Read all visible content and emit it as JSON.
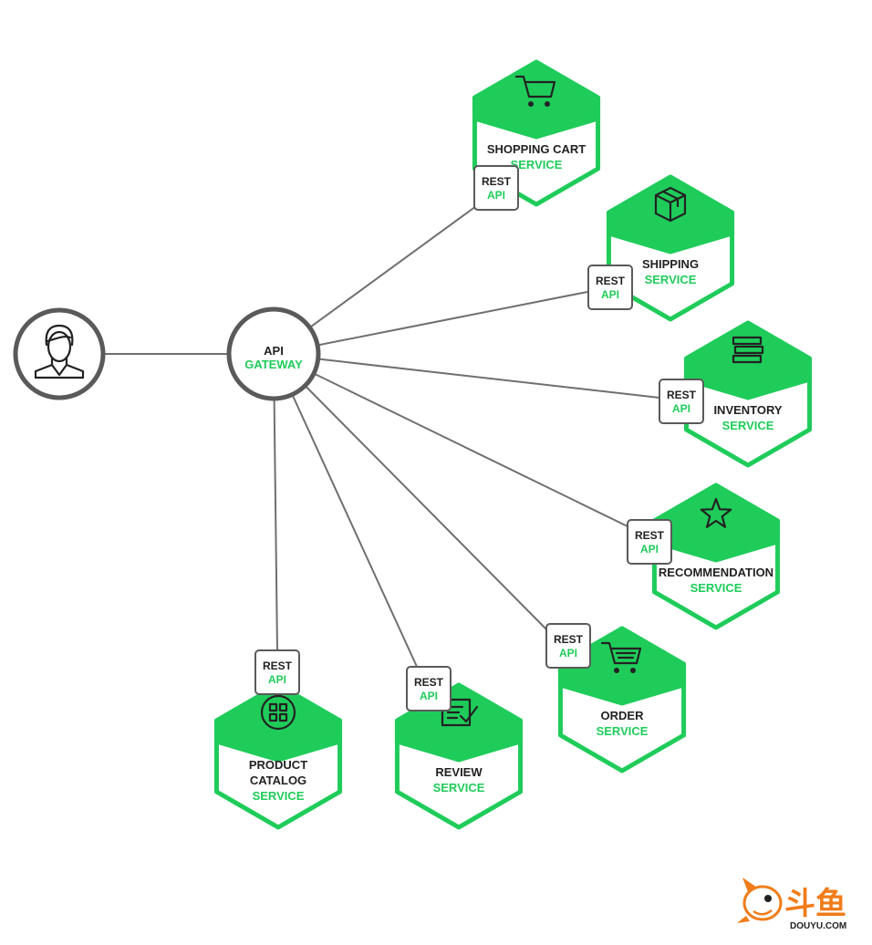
{
  "colors": {
    "accent": "#1fcc5a",
    "dark": "#222222",
    "line": "#6f6f6f",
    "node_border": "#5a5a5a",
    "watermark_orange": "#f07c1a"
  },
  "client": {
    "icon": "user-icon"
  },
  "gateway": {
    "line1": "API",
    "line2": "GATEWAY"
  },
  "api_badge": {
    "line1": "REST",
    "line2": "API"
  },
  "services": [
    {
      "id": "shopping-cart",
      "name": [
        "SHOPPING CART"
      ],
      "kind": "SERVICE",
      "icon": "shopping-cart-icon"
    },
    {
      "id": "shipping",
      "name": [
        "SHIPPING"
      ],
      "kind": "SERVICE",
      "icon": "package-box-icon"
    },
    {
      "id": "inventory",
      "name": [
        "INVENTORY"
      ],
      "kind": "SERVICE",
      "icon": "stack-icon"
    },
    {
      "id": "recommendation",
      "name": [
        "RECOMMENDATION"
      ],
      "kind": "SERVICE",
      "icon": "star-icon"
    },
    {
      "id": "order",
      "name": [
        "ORDER"
      ],
      "kind": "SERVICE",
      "icon": "cart-list-icon"
    },
    {
      "id": "review",
      "name": [
        "REVIEW"
      ],
      "kind": "SERVICE",
      "icon": "review-document-icon"
    },
    {
      "id": "product-catalog",
      "name": [
        "PRODUCT",
        "CATALOG"
      ],
      "kind": "SERVICE",
      "icon": "grid-catalog-icon"
    }
  ],
  "watermark": {
    "brand": "斗鱼",
    "domain": "DOUYU.COM",
    "icon": "fish-mascot-icon"
  }
}
